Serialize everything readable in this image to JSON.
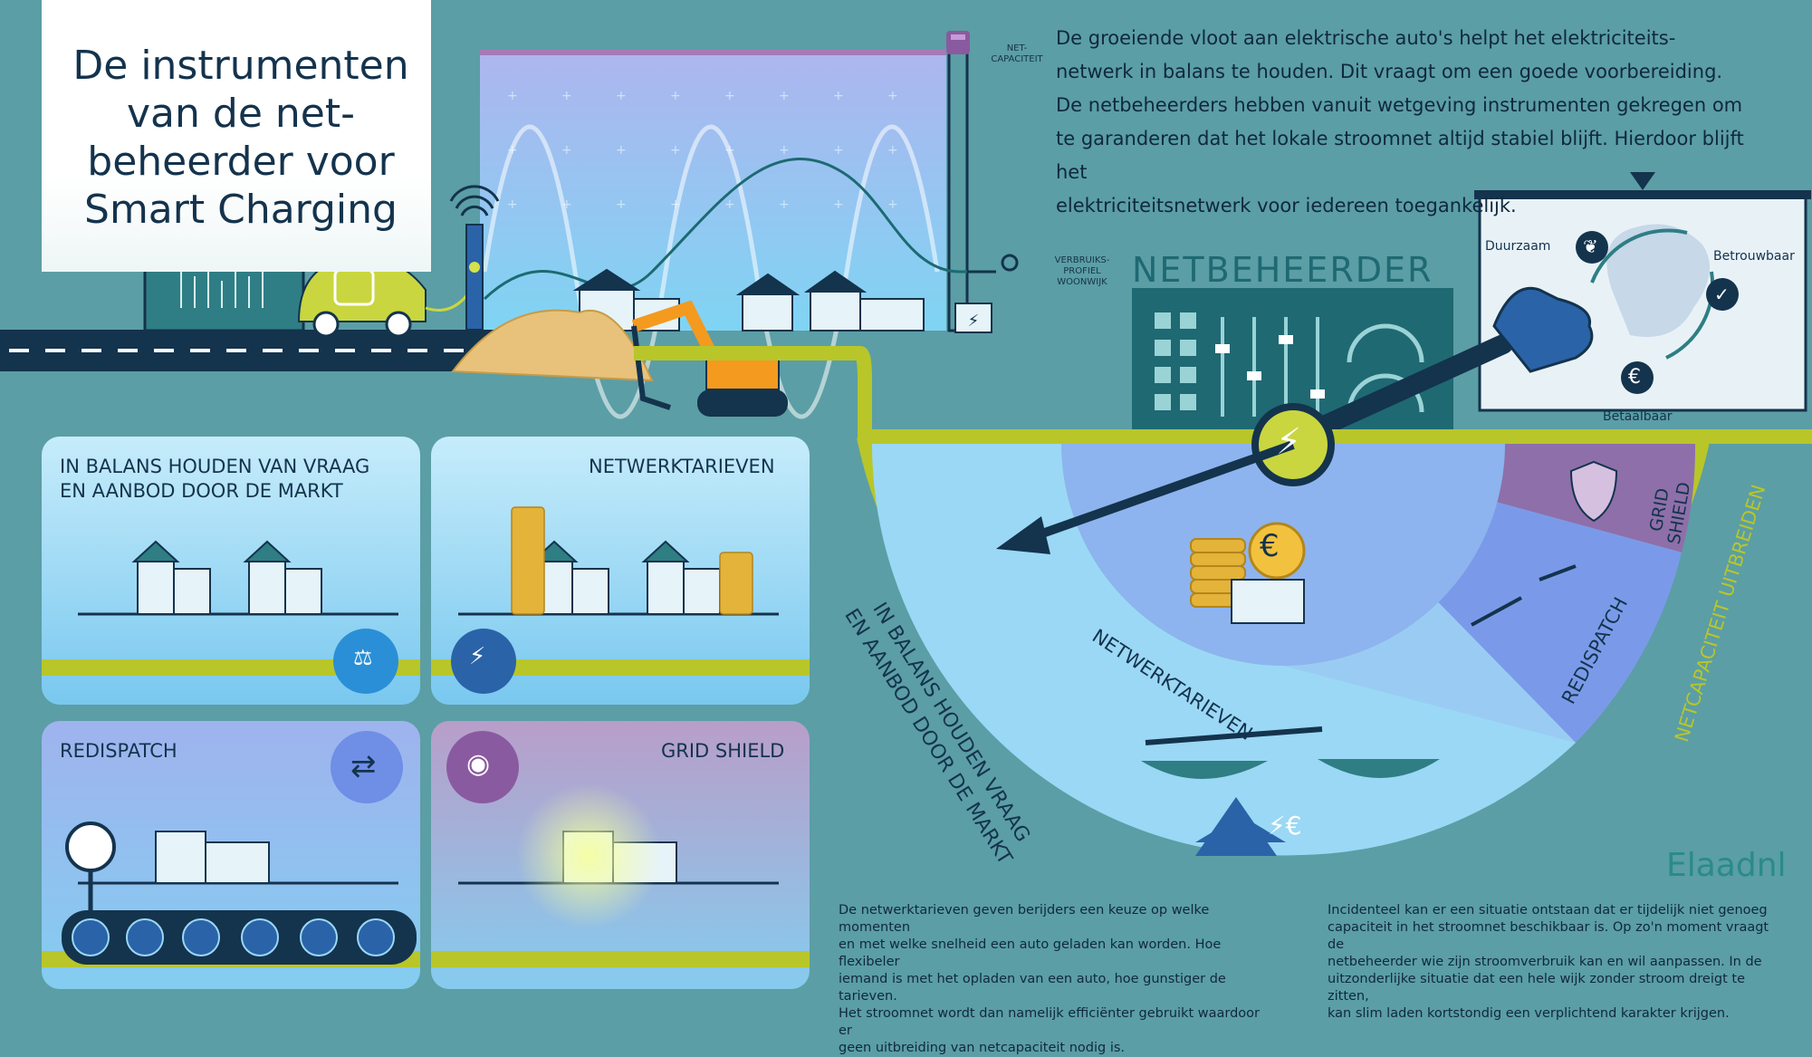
{
  "title": "De instrumenten van de net- beheerder voor Smart Charging",
  "title_lines": [
    "De instrumenten",
    "van de net-",
    "beheerder voor",
    "Smart Charging"
  ],
  "intro": "De groeiende vloot aan elektrische auto's helpt het elektriciteits- netwerk in balans te houden. Dit vraagt om een goede voorbereiding. De netbeheerders hebben vanuit wetgeving instrumenten gekregen om te garanderen dat het lokale stroomnet altijd stabiel blijft. Hierdoor blijft het elektriciteitsnetwerk voor iedereen toegankelijk.",
  "intro_lines": [
    "De groeiende vloot aan elektrische auto's helpt het elektriciteits-",
    "netwerk in balans te houden. Dit vraagt om een goede voorbereiding.",
    "De netbeheerders hebben vanuit wetgeving instrumenten gekregen om",
    "te garanderen dat het lokale stroomnet altijd stabiel blijft. Hierdoor blijft het",
    "elektriciteitsnetwerk voor iedereen toegankelijk."
  ],
  "grid_labels": {
    "netcapaciteit": [
      "NET-",
      "CAPACITEIT"
    ],
    "verbruiksprofiel": [
      "VERBRUIKS-",
      "PROFIEL",
      "WOONWIJK"
    ]
  },
  "netbeheerder": "NETBEHEERDER",
  "values_board": {
    "duurzaam": "Duurzaam",
    "betrouwbaar": "Betrouwbaar",
    "betaalbaar": "Betaalbaar"
  },
  "panels": {
    "markt": [
      "IN BALANS HOUDEN VAN VRAAG",
      "EN AANBOD DOOR DE MARKT"
    ],
    "tarieven": "NETWERKTARIEVEN",
    "redispatch": "REDISPATCH",
    "gridshield": "GRID SHIELD"
  },
  "semicircle": {
    "markt": [
      "IN BALANS HOUDEN VRAAG",
      "EN AANBOD DOOR DE MARKT"
    ],
    "tarieven": "NETWERKTARIEVEN",
    "redispatch": "REDISPATCH",
    "gridshield": [
      "GRID",
      "SHIELD"
    ],
    "uitbreiden": "NETCAPACITEIT UITBREIDEN",
    "euro_symbol": "€"
  },
  "text_tarieven_lines": [
    "De netwerktarieven geven berijders een keuze op welke momenten",
    "en met welke snelheid een auto geladen kan worden. Hoe flexibeler",
    "iemand is met het opladen van een auto, hoe gunstiger de tarieven.",
    "Het stroomnet wordt dan namelijk efficiënter gebruikt waardoor er",
    "geen uitbreiding van netcapaciteit nodig is."
  ],
  "text_gridshield_lines": [
    "Incidenteel kan er een situatie ontstaan dat er tijdelijk niet genoeg",
    "capaciteit in het stroomnet beschikbaar is. Op zo'n moment vraagt de",
    "netbeheerder wie zijn stroomverbruik kan en wil aanpassen. In de",
    "uitzonderlijke situatie dat een hele wijk zonder stroom dreigt te zitten,",
    "kan slim laden kortstondig een verplichtend karakter krijgen."
  ],
  "logo": "Elaadnl",
  "colors": {
    "background": "#5b9ea5",
    "pipe": "#b8c62a",
    "navy": "#14334d",
    "purple": "#9b6fa8",
    "sky": "#8ec7ef"
  }
}
